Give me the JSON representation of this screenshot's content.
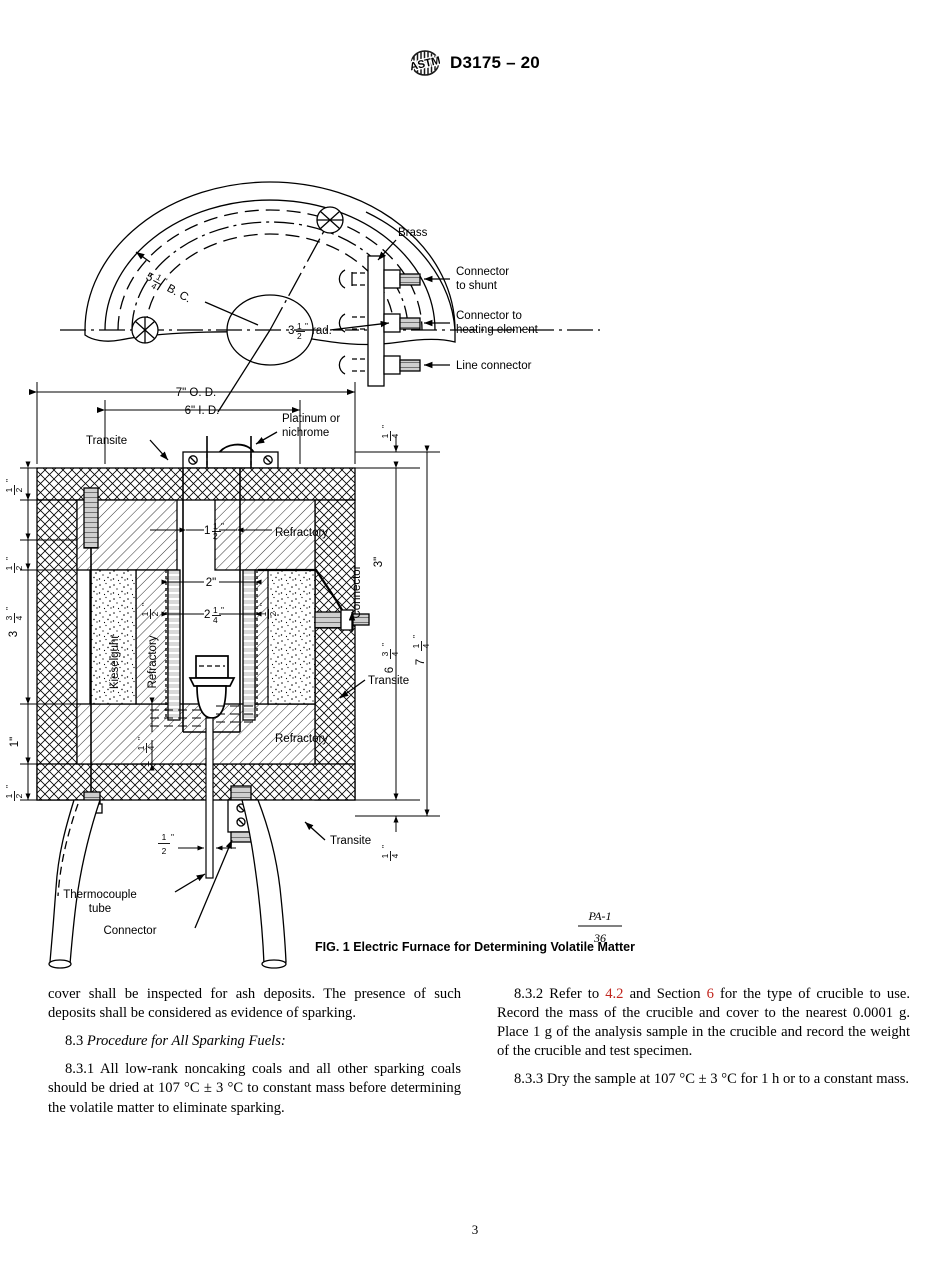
{
  "header": {
    "logo_name": "astm-logo",
    "standard_designation": "D3175 – 20"
  },
  "figure": {
    "caption": "FIG. 1   Electric Furnace for Determining Volatile Matter",
    "drawing_number_top": "PA-1",
    "drawing_number_bottom": "36",
    "plan_view": {
      "labels": {
        "brass": "Brass",
        "connector_to_shunt_line1": "Connector",
        "connector_to_shunt_line2": "to shunt",
        "connector_to_heating_line1": "Connector to",
        "connector_to_heating_line2": "heating element",
        "line_connector": "Line connector"
      },
      "dimensions": {
        "bolt_circle_whole": "5",
        "bolt_circle_num": "1",
        "bolt_circle_den": "4",
        "bolt_circle_suffix": "B. C.",
        "radius_whole": "3",
        "radius_num": "1",
        "radius_den": "2",
        "radius_suffix": "rad."
      }
    },
    "section_view": {
      "labels": {
        "outer_diameter": "7\" O. D.",
        "inner_diameter": "6\" I. D.",
        "transite_top": "Transite",
        "platinum_line1": "Platinum or",
        "platinum_line2": "nichrome",
        "refractory_upper": "Refractory",
        "refractory_lower": "Refractory",
        "refractory_vertical": "Refractory",
        "kieselguhr": "Kieselguhr",
        "transite_right": "Transite",
        "transite_bottom": "Transite",
        "connector_right": "Connector",
        "connector_bottom": "Connector",
        "thermocouple_line1": "Thermocouple",
        "thermocouple_line2": "tube"
      },
      "dimensions": {
        "left_stack": [
          {
            "whole": "",
            "num": "1",
            "den": "2"
          },
          {
            "whole": "",
            "num": "1",
            "den": "2"
          },
          {
            "whole": "3",
            "num": "3",
            "den": "4"
          },
          {
            "whole": "1\"",
            "num": "",
            "den": ""
          },
          {
            "whole": "",
            "num": "1",
            "den": "2"
          }
        ],
        "center": [
          {
            "whole": "1",
            "num": "1",
            "den": "2"
          },
          {
            "whole": "2\"",
            "num": "",
            "den": ""
          },
          {
            "whole": "2",
            "num": "1",
            "den": "4"
          }
        ],
        "inner_left": {
          "whole": "",
          "num": "1",
          "den": "2"
        },
        "inner_right": {
          "whole": "",
          "num": "1",
          "den": "2"
        },
        "bottom_inner": {
          "whole": "1",
          "num": "1",
          "den": "4"
        },
        "bottom_half": {
          "whole": "",
          "num": "1",
          "den": "2"
        },
        "right_top_quarter": {
          "whole": "",
          "num": "1",
          "den": "4"
        },
        "right_bottom_quarter": {
          "whole": "",
          "num": "1",
          "den": "4"
        },
        "right_inner": {
          "whole": "6",
          "num": "3",
          "den": "4"
        },
        "right_overall": {
          "whole": "7",
          "num": "1",
          "den": "4"
        },
        "right_three": {
          "whole": "3\"",
          "num": "",
          "den": ""
        }
      }
    }
  },
  "body": {
    "left_column": {
      "p1": "cover shall be inspected for ash deposits. The presence of such deposits shall be considered as evidence of sparking.",
      "p2_number": "8.3",
      "p2_title": "Procedure for All Sparking Fuels:",
      "p3_number": "8.3.1",
      "p3_text_a": "All low-rank noncaking coals and all other sparking coals should be dried at 107 °C",
      "p3_pm": "±",
      "p3_text_b": "3 °C to constant mass before determining the volatile matter to eliminate sparking."
    },
    "right_column": {
      "p1_number": "8.3.2",
      "p1_a": "Refer to",
      "p1_xref1": "4.2",
      "p1_b": "and Section",
      "p1_xref2": "6",
      "p1_c": "for the type of crucible to use. Record the mass of the crucible and cover to the nearest 0.0001 g. Place 1 g of the analysis sample in the crucible and record the weight of the crucible and test specimen.",
      "p2_number": "8.3.3",
      "p2_a": "Dry the sample at 107 °C",
      "p2_pm": "±",
      "p2_b": "3 °C for 1 h or to a constant mass."
    }
  },
  "footer": {
    "page_number": "3"
  }
}
